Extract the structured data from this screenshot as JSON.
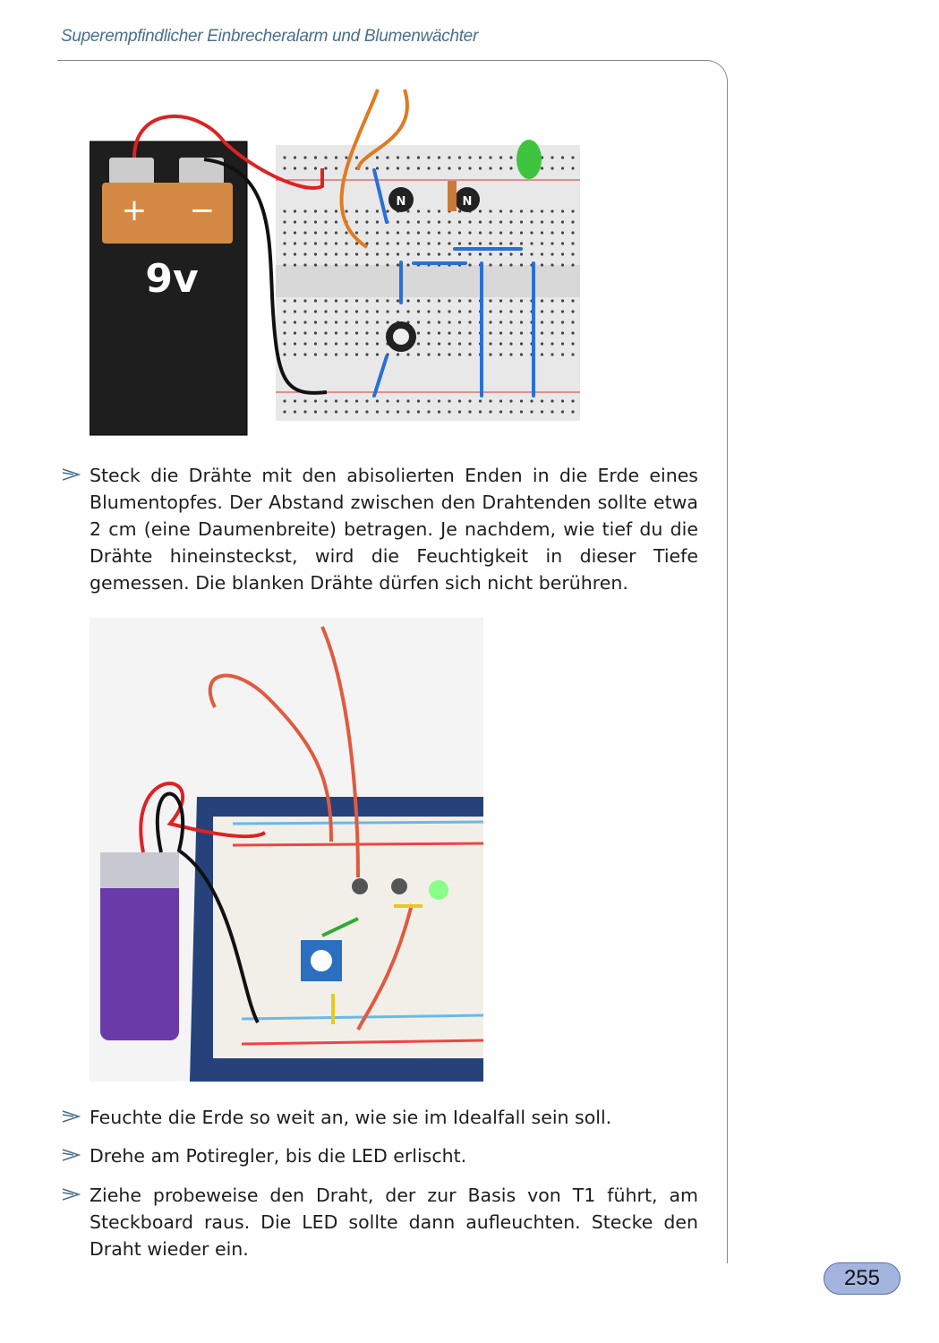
{
  "header": {
    "title": "Superempfindlicher Einbrecheralarm und Blumenwächter"
  },
  "figure1": {
    "battery_label": "9v",
    "plus": "+",
    "minus": "−",
    "chip_label": "N"
  },
  "paragraphs": [
    "Steck die Drähte mit den abisolierten Enden in die Erde eines Blumentopfes. Der Abstand zwischen den Drahtenden sollte etwa 2 cm (eine Daumenbreite) betragen. Je nachdem, wie tief du die Drähte hineinsteckst, wird die Feuchtigkeit in dieser Tiefe gemessen. Die blanken Drähte dürfen sich nicht berühren.",
    "Feuchte die Erde so weit an, wie sie im Idealfall sein soll.",
    "Drehe am Potiregler, bis die LED erlischt.",
    "Ziehe probeweise den Draht, der zur Basis von T1 führt, am Steckboard raus. Die LED sollte dann aufleuchten. Stecke den Draht wieder ein."
  ],
  "page_number": "255",
  "colors": {
    "accent": "#4a6f8c",
    "pill": "#a3b5de"
  }
}
